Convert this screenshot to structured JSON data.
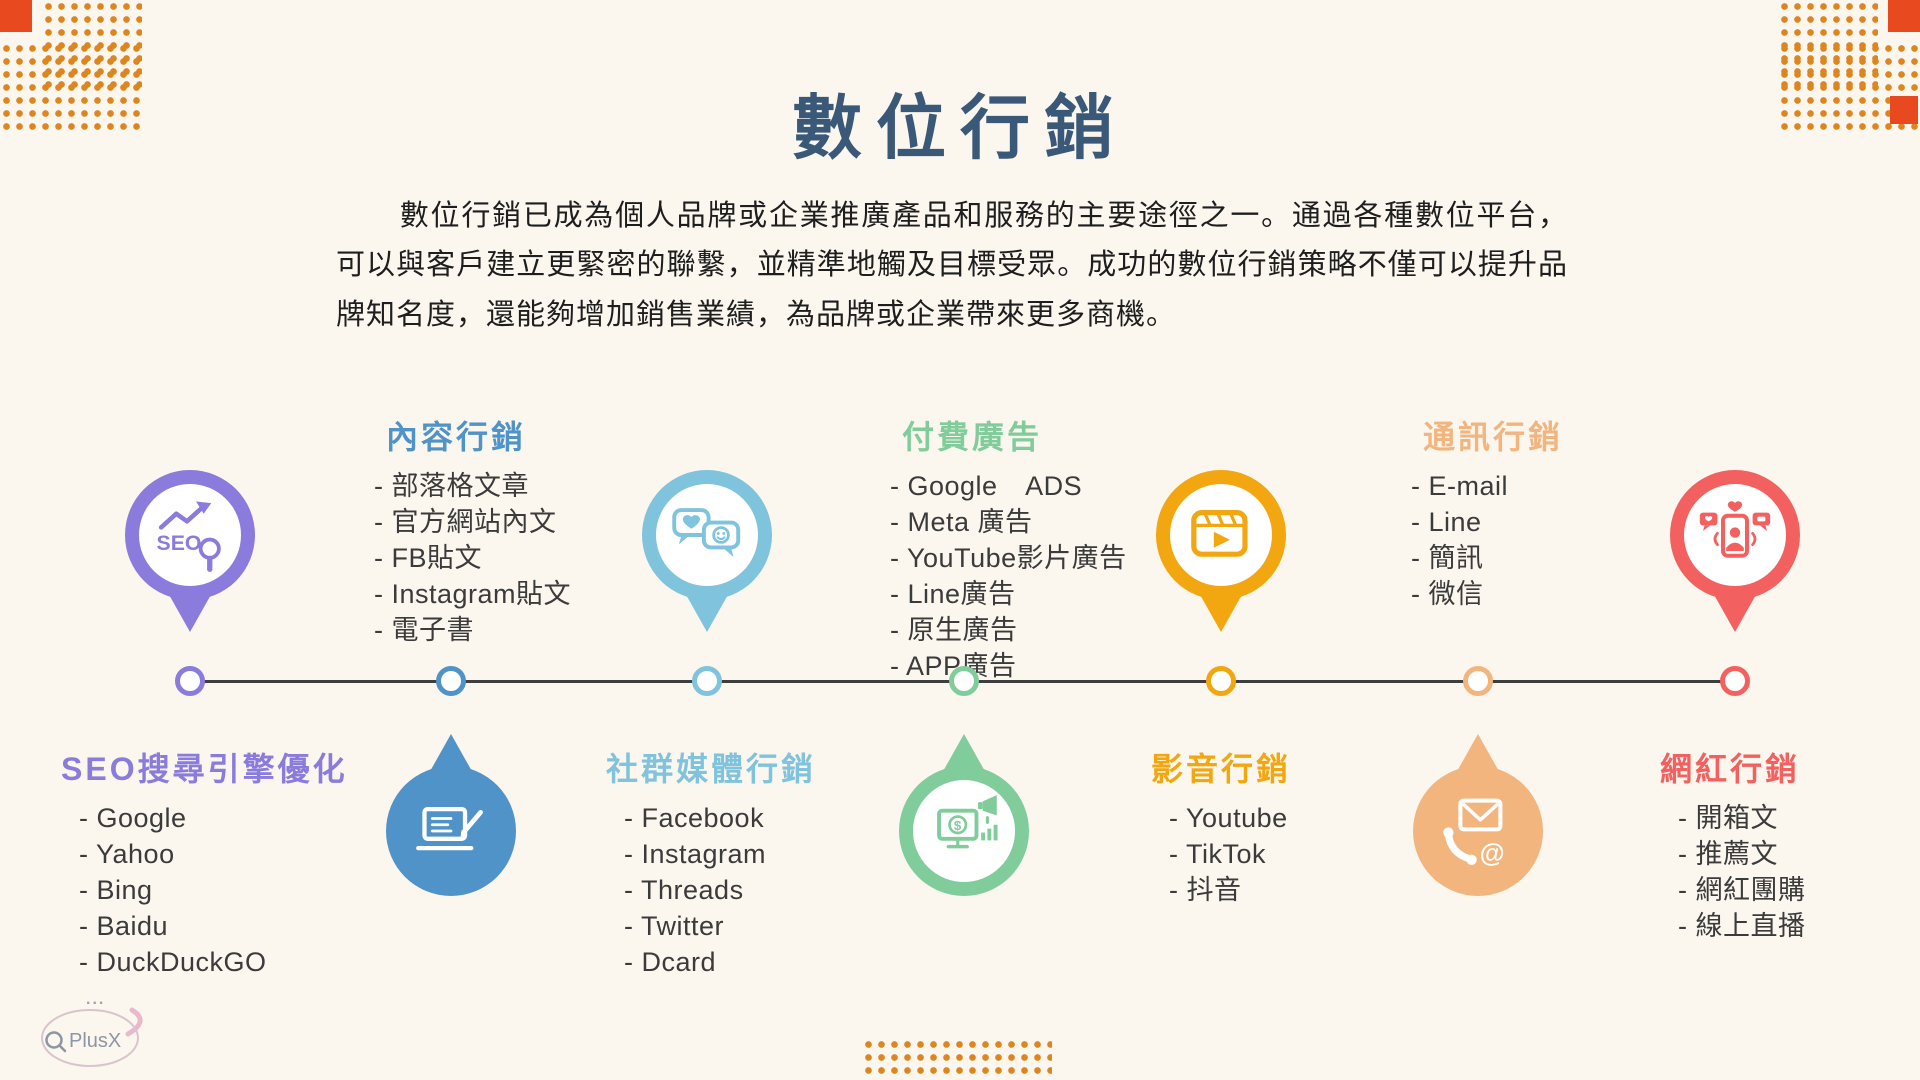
{
  "header": {
    "title": "數位行銷",
    "title_color": "#3a5878",
    "intro": "數位行銷已成為個人品牌或企業推廣產品和服務的主要途徑之一。通過各種數位平台，可以與客戶建立更緊密的聯繫，並精準地觸及目標受眾。成功的數位行銷策略不僅可以提升品牌知名度，還能夠增加銷售業績，為品牌或企業帶來更多商機。"
  },
  "timeline": {
    "line_color": "#3e3e3e"
  },
  "decor": {
    "dot_color": "#dd861f",
    "square_color": "#e8491f"
  },
  "categories": [
    {
      "name": "SEO搜尋引擎優化",
      "color": "#8a7bdc",
      "icon": "seo-chart-magnifier",
      "items": [
        "Google",
        "Yahoo",
        "Bing",
        "Baidu",
        "DuckDuckGO"
      ]
    },
    {
      "name": "內容行銷",
      "color": "#4f93c8",
      "icon": "laptop-document",
      "items": [
        "部落格文章",
        "官方網站內文",
        "FB貼文",
        "Instagram貼文",
        "電子書"
      ]
    },
    {
      "name": "社群媒體行銷",
      "color": "#7fc3dc",
      "icon": "chat-bubbles",
      "items": [
        "Facebook",
        "Instagram",
        "Threads",
        "Twitter",
        "Dcard"
      ]
    },
    {
      "name": "付費廣告",
      "color": "#80cc9b",
      "icon": "ads-monitor-megaphone",
      "items": [
        "Google　ADS",
        "Meta 廣告",
        "YouTube影片廣告",
        "Line廣告",
        "原生廣告",
        "APP廣告"
      ]
    },
    {
      "name": "影音行銷",
      "color": "#f2a60f",
      "icon": "clapperboard-play",
      "items": [
        "Youtube",
        "TikTok",
        "抖音"
      ]
    },
    {
      "name": "通訊行銷",
      "color": "#f2b57e",
      "icon": "email-phone",
      "items": [
        "E-mail",
        "Line",
        "簡訊",
        "微信"
      ]
    },
    {
      "name": "網紅行銷",
      "color": "#f2615f",
      "icon": "influencer-phone",
      "items": [
        "開箱文",
        "推薦文",
        "網紅團購",
        "線上直播"
      ]
    }
  ],
  "logo": {
    "text": "PlusX",
    "dots": "..."
  }
}
